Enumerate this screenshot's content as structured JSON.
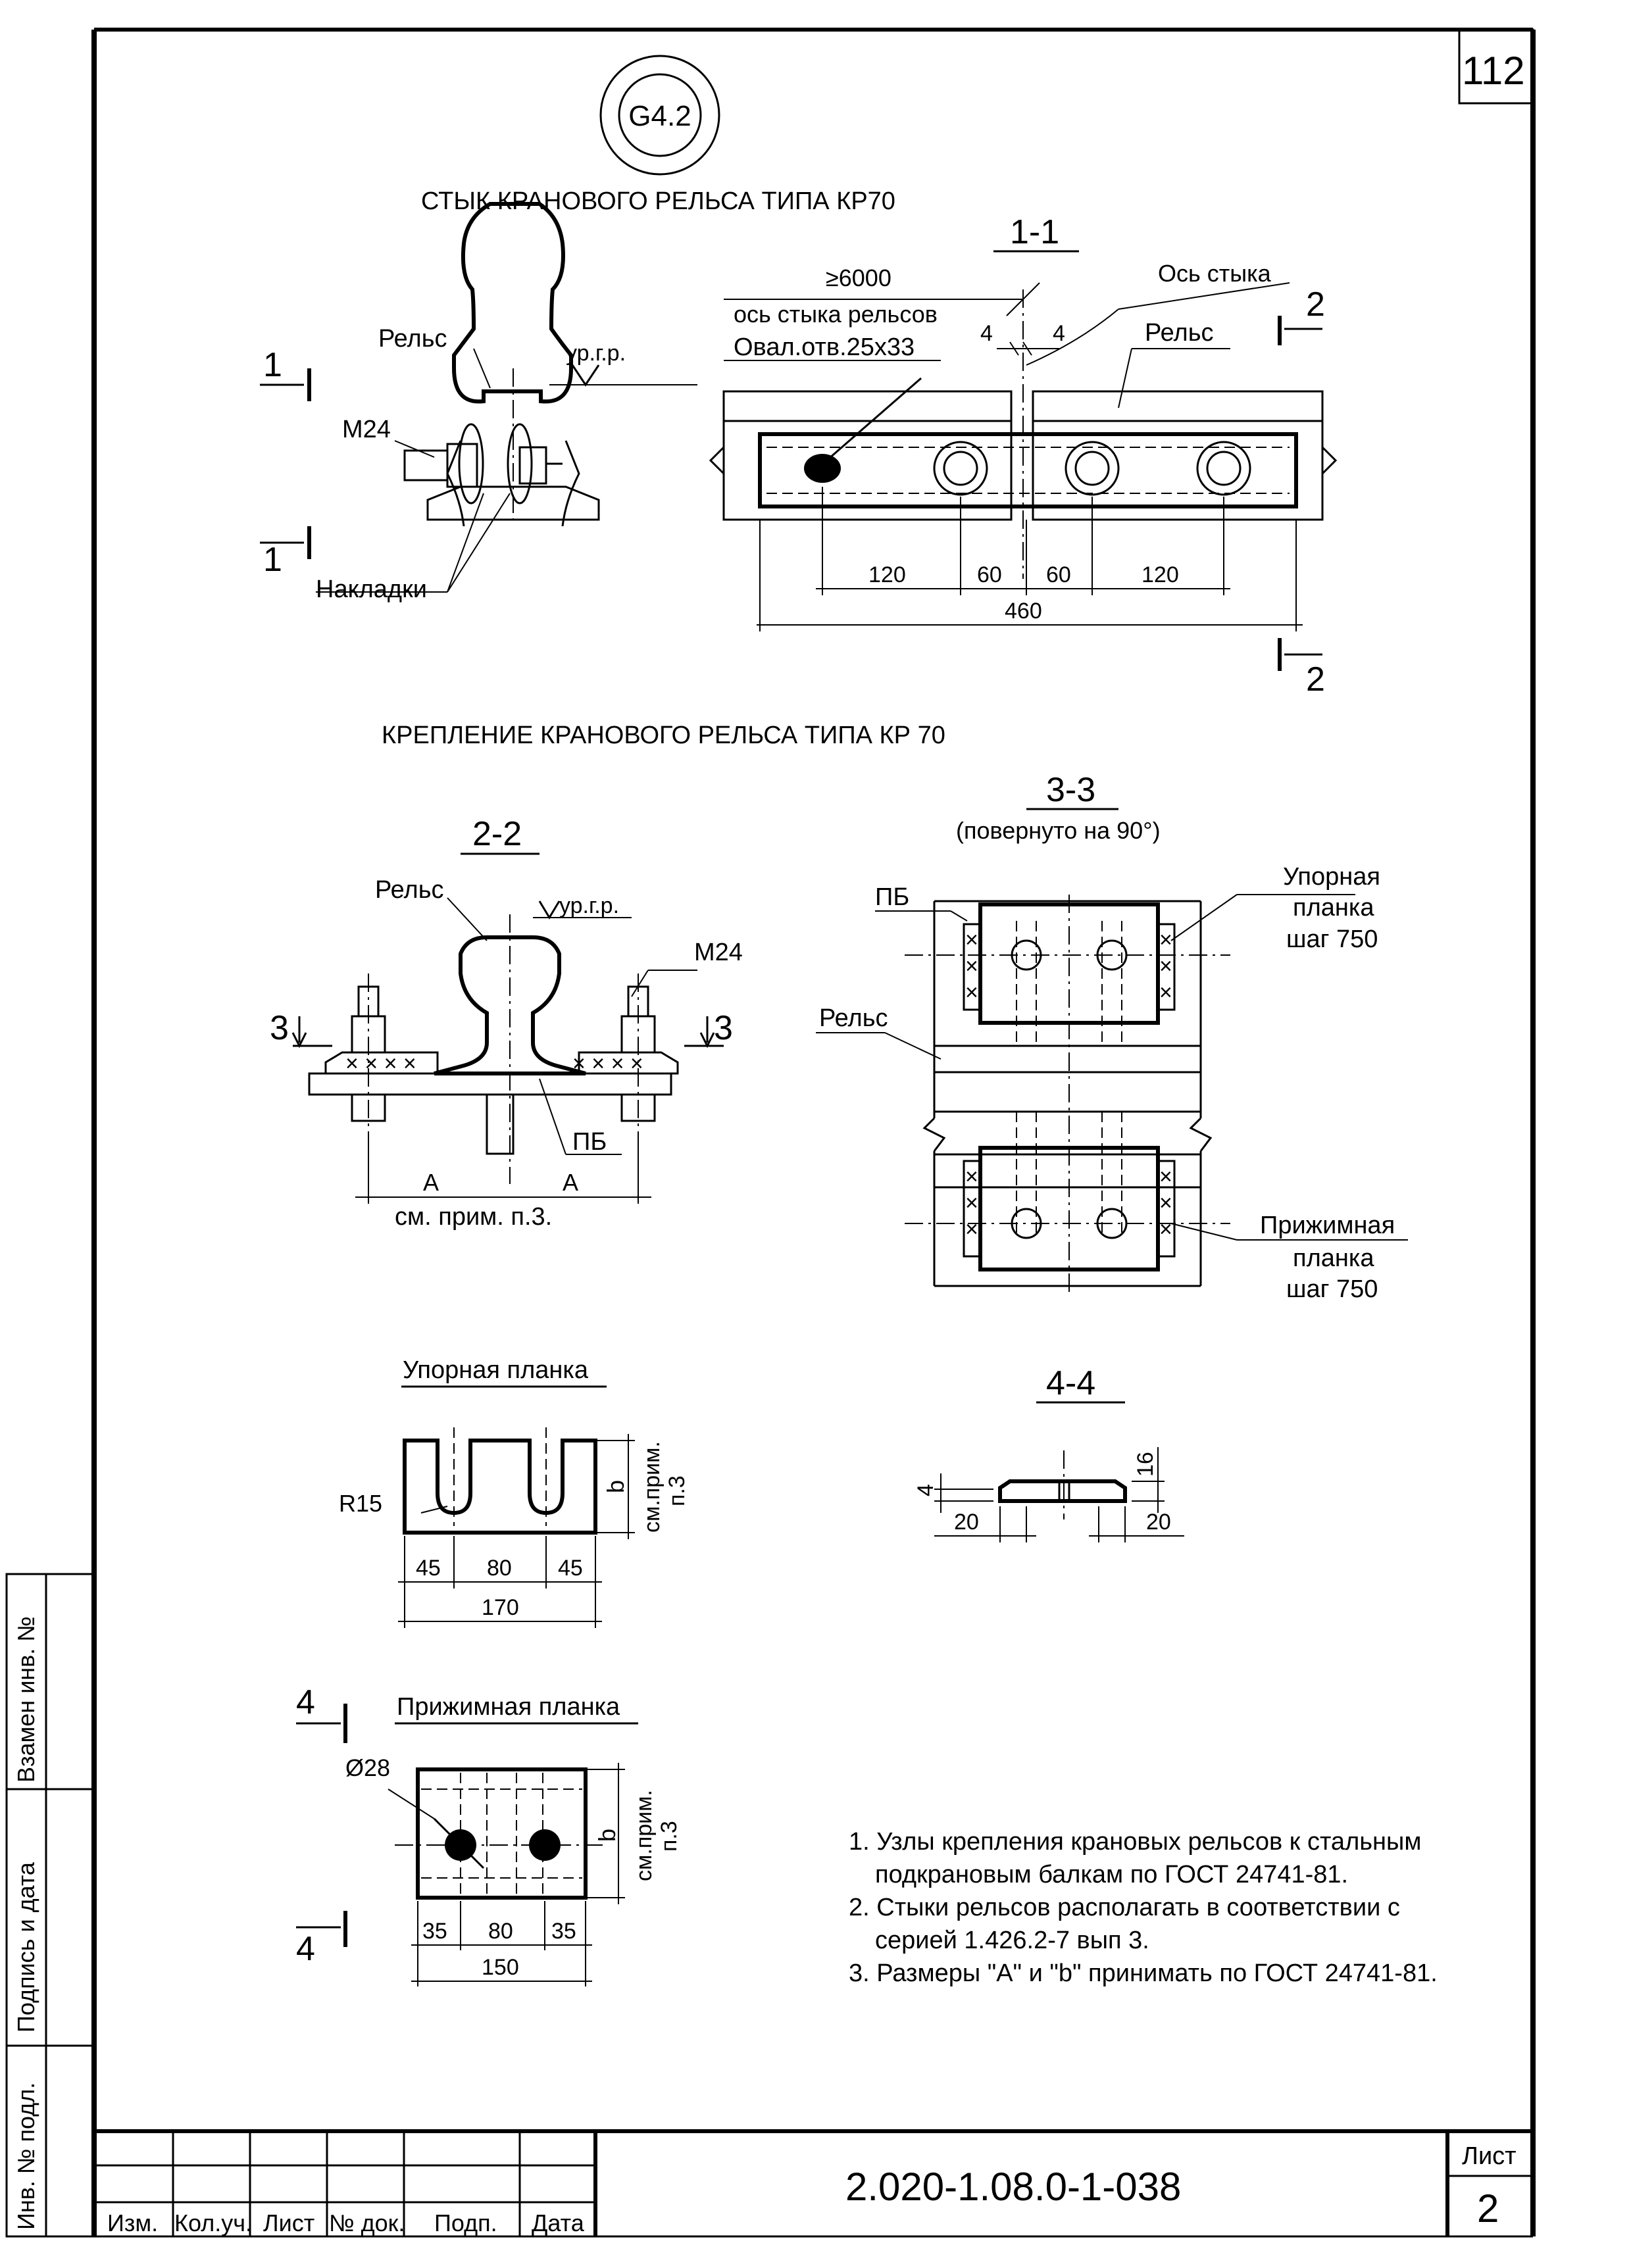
{
  "sheet_number": "112",
  "node_mark": "G4.2",
  "joint_title": "СТЫК КРАНОВОГО РЕЛЬСА ТИПА КР70",
  "fastening_title": "КРЕПЛЕНИЕ КРАНОВОГО РЕЛЬСА ТИПА КР 70",
  "section_1_1": {
    "title": "1-1",
    "dim_min": "≥6000",
    "dim_min_note": "ось стыка рельсов",
    "joint_axis": "Ось стыка",
    "rail": "Рельс",
    "oval_hole": "Овал.отв.25х33",
    "gap_left": "4",
    "gap_right": "4",
    "dim_120_left": "120",
    "dim_60_left": "60",
    "dim_60_right": "60",
    "dim_120_right": "120",
    "dim_total": "460",
    "cut_mark": "2"
  },
  "rail_joint_end_view": {
    "rail": "Рельс",
    "level": "ур.г.р.",
    "bolt": "М24",
    "plates": "Накладки",
    "cut_mark": "1"
  },
  "section_2_2": {
    "title": "2-2",
    "rail": "Рельс",
    "level": "ур.г.р.",
    "bolt": "М24",
    "pb": "ПБ",
    "dim_a_left": "А",
    "dim_a_right": "А",
    "note_ref": "см. прим. п.3.",
    "cut_mark": "3"
  },
  "section_3_3": {
    "title": "3-3",
    "subtitle": "(повернуто на 90°)",
    "pb": "ПБ",
    "rail": "Рельс",
    "stop_plate_line1": "Упорная",
    "stop_plate_line2": "планка",
    "stop_plate_line3": "шаг 750",
    "clamp_plate_line1": "Прижимная",
    "clamp_plate_line2": "планка",
    "clamp_plate_line3": "шаг 750"
  },
  "stop_plate": {
    "title": "Упорная планка",
    "radius": "R15",
    "dim_b": "b",
    "dim_note_line1": "см.прим.",
    "dim_note_line2": "п.3",
    "dim_45_left": "45",
    "dim_80": "80",
    "dim_45_right": "45",
    "dim_total": "170"
  },
  "section_4_4": {
    "title": "4-4",
    "dim_4": "4",
    "dim_16": "16",
    "dim_20_left": "20",
    "dim_20_right": "20"
  },
  "clamp_plate": {
    "title": "Прижимная планка",
    "hole": "Ø28",
    "dim_b": "b",
    "dim_note_line1": "см.прим.",
    "dim_note_line2": "п.3",
    "dim_35_left": "35",
    "dim_80": "80",
    "dim_35_right": "35",
    "dim_total": "150",
    "cut_mark": "4"
  },
  "notes": [
    "1. Узлы крепления крановых рельсов к стальным",
    "подкрановым балкам по ГОСТ 24741-81.",
    "2. Стыки рельсов располагать в соответствии с",
    "серией 1.426.2-7 вып 3.",
    "3. Размеры \"А\" и \"b\" принимать по ГОСТ 24741-81."
  ],
  "side_stamp": {
    "inv_replaced": "Взамен инв. №",
    "sign_date": "Подпись и дата",
    "inv_original": "Инв. № подл."
  },
  "title_block": {
    "doc_code": "2.020-1.08.0-1-038",
    "sheet_label": "Лист",
    "sheet_value": "2",
    "col_change": "Изм.",
    "col_qty": "Кол.уч.",
    "col_sheet": "Лист",
    "col_doc": "№ док.",
    "col_sign": "Подп.",
    "col_date": "Дата"
  }
}
